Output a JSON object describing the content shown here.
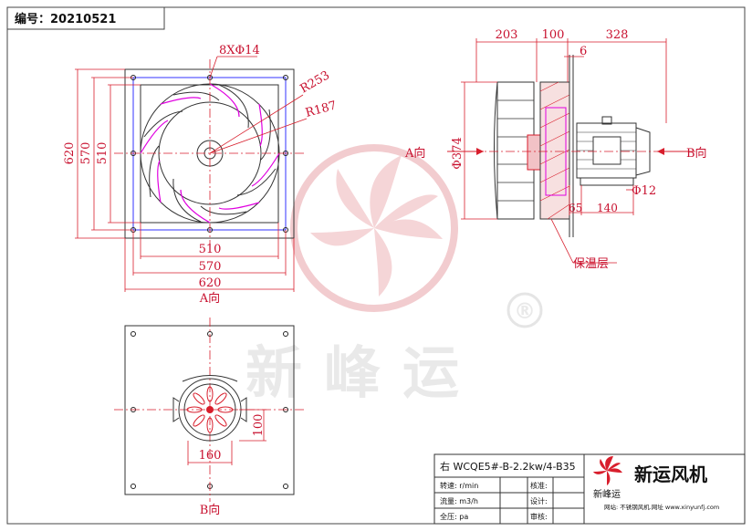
{
  "drawing_number": "编号：20210521",
  "front_view": {
    "hole_callout": "8XΦ14",
    "radius_outer": "R253",
    "radius_inner": "R187",
    "dim_510_h": "510",
    "dim_570_h": "570",
    "dim_620_h": "620",
    "dim_620_v": "620",
    "dim_570_v": "570",
    "dim_510_v": "510",
    "view_a_label": "A向"
  },
  "side_view": {
    "dim_203": "203",
    "dim_100": "100",
    "dim_328": "328",
    "dim_6": "6",
    "dia_374": "Φ374",
    "dia_12": "Φ12",
    "dim_65": "65",
    "dim_140": "140",
    "label_a": "A向",
    "label_b": "B向",
    "insulation": "保温层"
  },
  "bottom_view": {
    "dim_100": "100",
    "dim_160": "160",
    "view_b_label": "B向"
  },
  "watermark": {
    "text": "新峰运",
    "registered": "®"
  },
  "title_block": {
    "model": "右  WCQE5#-B-2.2kw/4-B35",
    "rows": [
      {
        "label": "转速: r/min",
        "right_label": "核准:"
      },
      {
        "label": "流量: m3/h",
        "right_label": "设计:"
      },
      {
        "label": "全压: pa",
        "right_label": "审核:"
      }
    ],
    "brand": "新运风机",
    "logo_caption": "新峰运",
    "website": "网站: 不锈钢风机.网址 www.xinyunfj.com"
  }
}
